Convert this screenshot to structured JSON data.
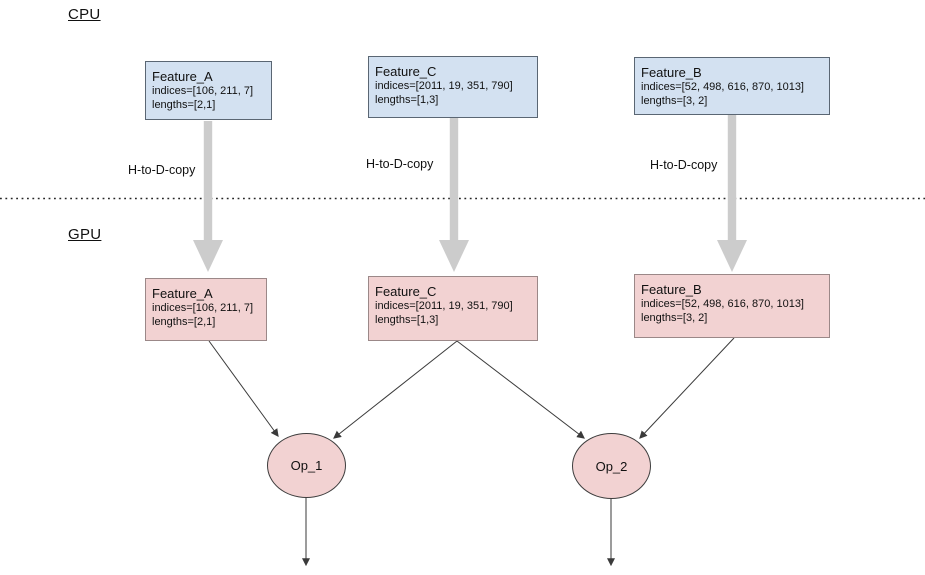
{
  "labels": {
    "cpu": "CPU",
    "gpu": "GPU",
    "copy": "H-to-D-copy"
  },
  "features": [
    {
      "name": "Feature_A",
      "indices": "indices=[106, 211, 7]",
      "lengths": "lengths=[2,1]"
    },
    {
      "name": "Feature_C",
      "indices": "indices=[2011, 19, 351, 790]",
      "lengths": "lengths=[1,3]"
    },
    {
      "name": "Feature_B",
      "indices": "indices=[52, 498, 616, 870, 1013]",
      "lengths": "lengths=[3, 2]"
    }
  ],
  "ops": [
    {
      "label": "Op_1"
    },
    {
      "label": "Op_2"
    }
  ],
  "colors": {
    "cpu_node_fill": "#d3e1f1",
    "cpu_node_border": "#5a6673",
    "gpu_node_fill": "#f2d2d2",
    "gpu_node_border": "#9b8888",
    "op_fill": "#f2d2d2",
    "op_border": "#3d3d3d",
    "copy_arrow": "#cccccc",
    "connector": "#3a3a3a",
    "divider": "#262626"
  }
}
